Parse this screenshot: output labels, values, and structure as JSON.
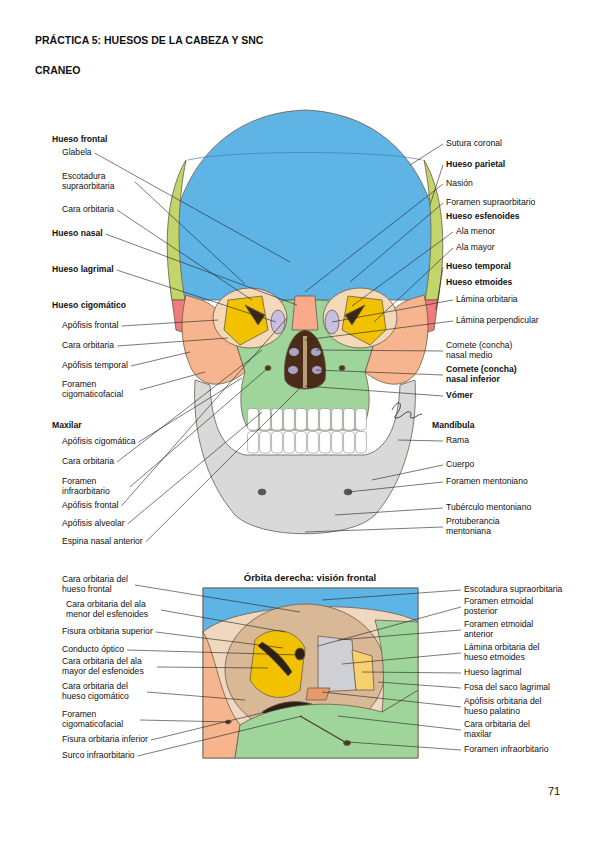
{
  "diagram": {
    "title": "PRÁCTICA 5: HUESOS DE LA CABEZA Y SNC",
    "labels": [
      "CRANEO",
      "Hueso frontal",
      "Glabela",
      "Escotadura supraorbitaria",
      "Cara orbitaria",
      "Hueso nasal",
      "Hueso lagrimal",
      "Hueso cigomático",
      "Apófisis frontal",
      "Cara orbitaria",
      "Apófisis temporal",
      "Foramen cigomaticofacial",
      "Maxilar",
      "Apófisis cigomática",
      "Cara orbitaria",
      "Foramen infraorbitario",
      "Apófisis frontal",
      "Apófisis alveolar",
      "Espina nasal anterior",
      "Sutura coronal",
      "Hueso parietal",
      "Nasión",
      "Foramen supraorbitario",
      "Hueso esfenoides",
      "Ala menor",
      "Ala mayor",
      "Hueso temporal",
      "Hueso etmoides",
      "Lámina orbitaria",
      "Lámina perpendicular",
      "Cornete (concha) nasal medio",
      "Cornete (concha) nasal inferior",
      "Vómer",
      "Mandíbula",
      "Rama",
      "Cuerpo",
      "Foramen mentoniano",
      "Tubérculo mentoniano",
      "Protuberancia mentoniana",
      "Órbita derecha: visión frontal",
      "Cara orbitaria del hueso frontal",
      "Cara orbitaria del ala menor del esfenoides",
      "Fisura orbitaria superior",
      "Conducto óptico",
      "Cara orbitaria del ala mayor del esfenoides",
      "Cara orbitaria del hueso cigomático",
      "Foramen cigomaticofacial",
      "Fisura orbitaria inferior",
      "Surco infraorbitario",
      "Escotadura supraorbitaria",
      "Foramen etmoidal posterior",
      "Foramen etmoidal anterior",
      "Lámina orbitaria del hueso etmoides",
      "Hueso lagrimal",
      "Fosa del saco lagrimal",
      "Apófisis orbitaria del hueso palatino",
      "Cara orbitaria del maxilar",
      "Foramen infraorbitario",
      "71"
    ]
  }
}
